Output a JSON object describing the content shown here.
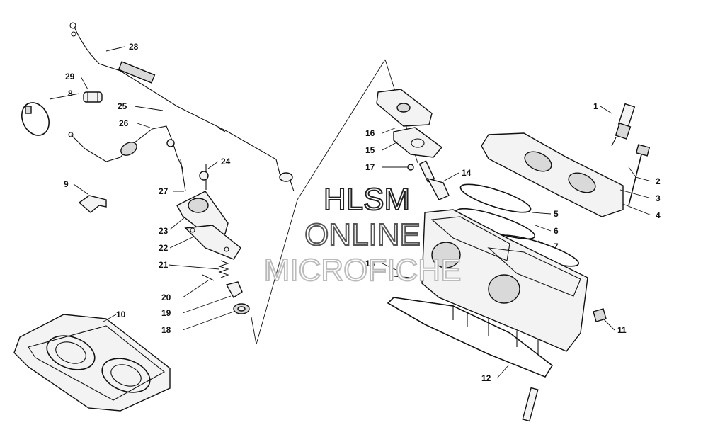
{
  "diagram": {
    "callouts": [
      "1",
      "2",
      "3",
      "4",
      "5",
      "6",
      "7",
      "8",
      "9",
      "10",
      "11",
      "12",
      "13",
      "14",
      "15",
      "16",
      "17",
      "18",
      "19",
      "20",
      "21",
      "22",
      "23",
      "24",
      "25",
      "26",
      "27",
      "28",
      "29"
    ]
  },
  "watermark": {
    "line1": "HLSM",
    "line2": "ONLINE",
    "line3": "MICROFICHE"
  },
  "colors": {
    "ink": "#111111",
    "watermark_dark": "#222222",
    "watermark_mid": "#555555",
    "watermark_light": "#bbbbbb"
  }
}
